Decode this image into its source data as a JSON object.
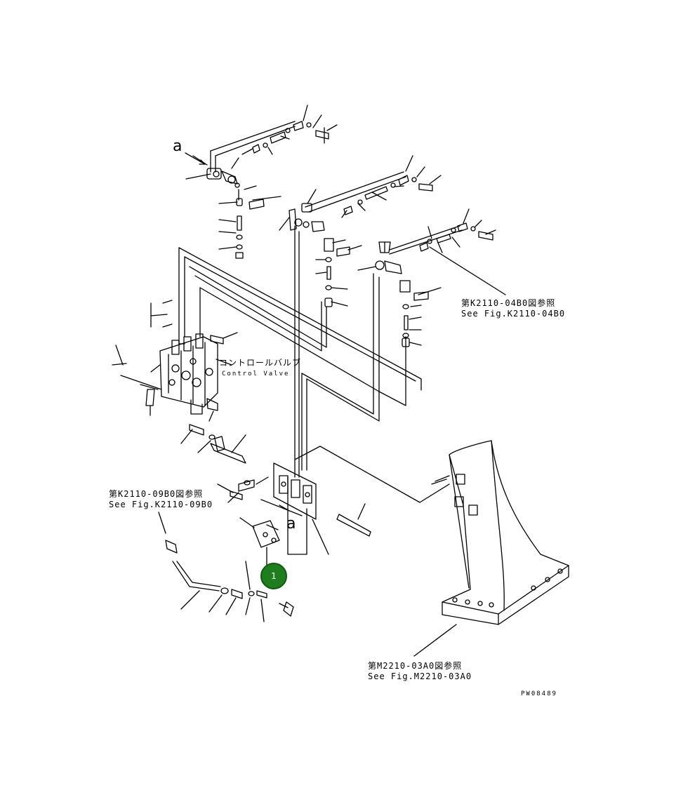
{
  "labels": {
    "letter_a_top": "a",
    "letter_a_bottom": "a",
    "control_valve_jp": "コントロールバルブ",
    "control_valve_en": "Control Valve",
    "ref_k2110_04b0_jp": "第K2110-04B0図参照",
    "ref_k2110_04b0_en": "See Fig.K2110-04B0",
    "ref_k2110_09b0_jp": "第K2110-09B0図参照",
    "ref_k2110_09b0_en": "See Fig.K2110-09B0",
    "ref_m2210_03a0_jp": "第M2210-03A0図参照",
    "ref_m2210_03a0_en": "See Fig.M2210-03A0",
    "drawing_number": "PW08489"
  },
  "hotspot": {
    "number": "1",
    "color": "#1e7e1e"
  }
}
